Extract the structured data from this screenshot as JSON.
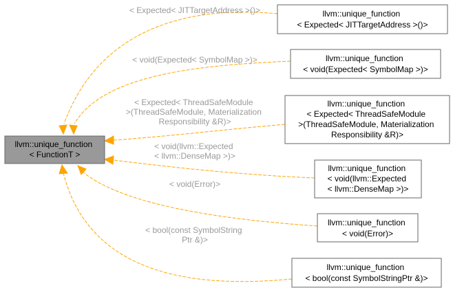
{
  "main_node": {
    "lines": [
      "llvm::unique_function",
      "< FunctionT >"
    ]
  },
  "nodes": [
    {
      "lines": [
        "llvm::unique_function",
        "< Expected< JITTargetAddress >()>"
      ]
    },
    {
      "lines": [
        "llvm::unique_function",
        "< void(Expected< SymbolMap >)>"
      ]
    },
    {
      "lines": [
        "llvm::unique_function",
        "< Expected< ThreadSafeModule",
        ">(ThreadSafeModule, Materialization",
        "Responsibility &R)>"
      ]
    },
    {
      "lines": [
        "llvm::unique_function",
        "< void(llvm::Expected",
        "< llvm::DenseMap >)>"
      ]
    },
    {
      "lines": [
        "llvm::unique_function",
        "< void(Error)>"
      ]
    },
    {
      "lines": [
        "llvm::unique_function",
        "< bool(const SymbolStringPtr &)>"
      ]
    }
  ],
  "edge_labels": [
    {
      "lines": [
        "< Expected< JITTargetAddress >()>"
      ]
    },
    {
      "lines": [
        "< void(Expected< SymbolMap >)>"
      ]
    },
    {
      "lines": [
        "< Expected< ThreadSafeModule",
        ">(ThreadSafeModule, Materialization",
        "Responsibility &R)>"
      ]
    },
    {
      "lines": [
        "< void(llvm::Expected",
        "< llvm::DenseMap >)>"
      ]
    },
    {
      "lines": [
        "< void(Error)>"
      ]
    },
    {
      "lines": [
        "< bool(const SymbolString",
        "Ptr &)>"
      ]
    }
  ],
  "colors": {
    "edge": "#ffa500",
    "main_fill": "#999999",
    "label_text": "#9a9a9a"
  }
}
